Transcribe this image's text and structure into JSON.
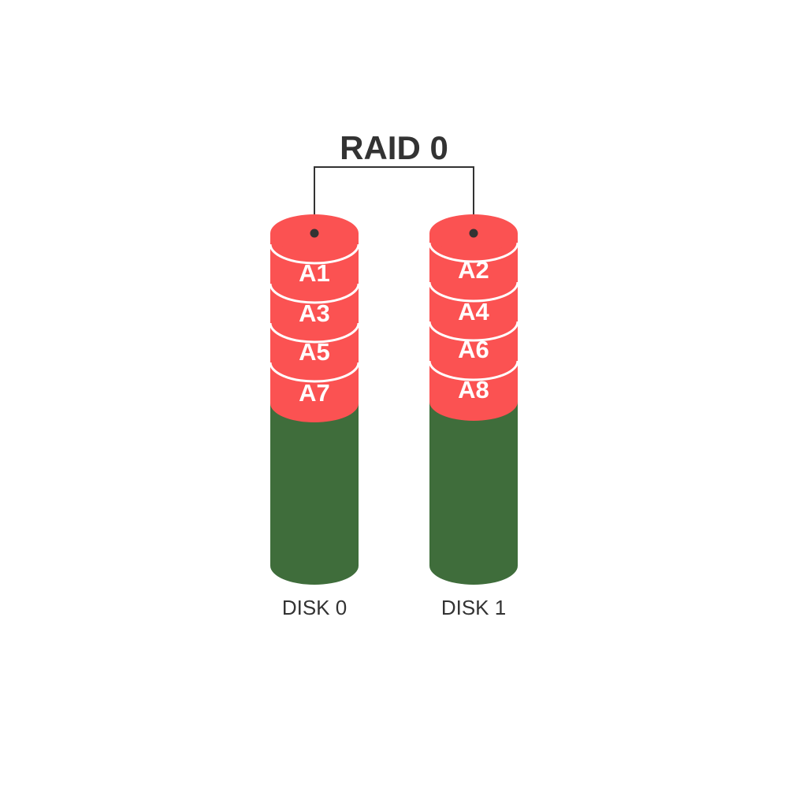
{
  "title": "RAID 0",
  "colors": {
    "block_fill": "#fb5252",
    "block_separator": "#ffffff",
    "free_space": "#3f6d3b",
    "text_dark": "#333333",
    "text_light": "#ffffff",
    "connector": "#333333"
  },
  "disks": [
    {
      "label": "DISK 0",
      "blocks": [
        "A1",
        "A3",
        "A5",
        "A7"
      ]
    },
    {
      "label": "DISK 1",
      "blocks": [
        "A2",
        "A4",
        "A6",
        "A8"
      ]
    }
  ]
}
